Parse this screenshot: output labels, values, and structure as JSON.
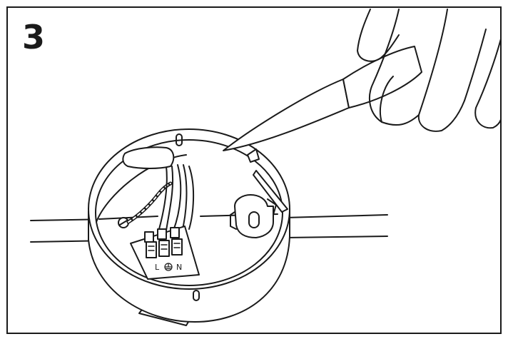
{
  "step": {
    "number": "3"
  },
  "terminal_block": {
    "label_l": "L",
    "label_n": "N",
    "earth_symbol": "earth-ground-icon"
  },
  "colors": {
    "line": "#1a1a1a",
    "background": "#ffffff"
  }
}
